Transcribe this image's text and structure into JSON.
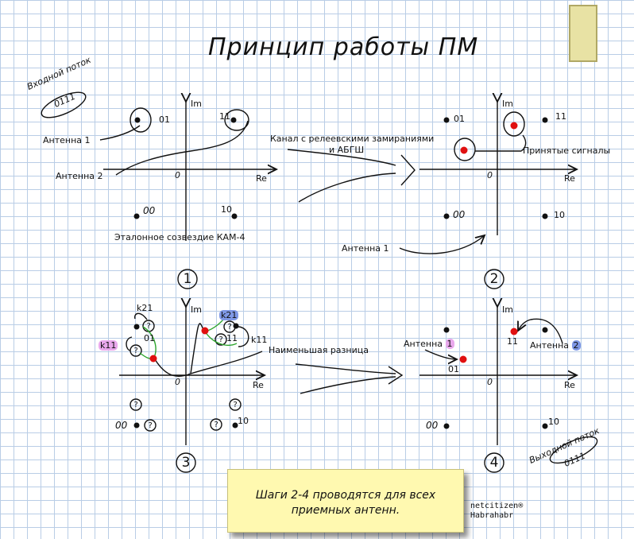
{
  "title": "Принцип работы ПМ",
  "input_stream": {
    "label": "Входной поток",
    "value": "0111"
  },
  "output_stream": {
    "label": "Выходной поток",
    "value": "0111"
  },
  "axes": {
    "im": "Im",
    "re": "Re",
    "origin": "0"
  },
  "panel1": {
    "points": {
      "p01": "01",
      "p11": "11",
      "p00": "00",
      "p10": "10"
    },
    "antenna1": "Антенна 1",
    "antenna2": "Антенна 2",
    "caption": "Эталонное созвездие КАМ-4",
    "step": "1"
  },
  "channel_label_line1": "Канал с релеевскими замираниями",
  "channel_label_line2": "и АБГШ",
  "panel2": {
    "points": {
      "p01": "01",
      "p11": "11",
      "p00": "00",
      "p10": "10"
    },
    "received": "Принятые сигналы",
    "antenna1": "Антенна 1",
    "step": "2"
  },
  "panel3": {
    "k21_left": "k21",
    "k11_left": "k11",
    "k21_right": "k21",
    "k11_right": "k11",
    "points": {
      "p01": "01",
      "p11": "11",
      "p00": "00",
      "p10": "10"
    },
    "question": "?",
    "min_diff": "Наименьшая разница",
    "step": "3"
  },
  "panel4": {
    "antenna1_prefix": "Антенна ",
    "antenna1_num": "1",
    "antenna2_prefix": "Антенна ",
    "antenna2_num": "2",
    "points": {
      "p01": "01",
      "p11": "11",
      "p00": "00",
      "p10": "10"
    },
    "step": "4"
  },
  "note": {
    "line1": "Шаги 2-4 проводятся для всех",
    "line2": "приемных антенн."
  },
  "signature": {
    "line1": "netcitizen®",
    "line2": "Habrahabr"
  },
  "colors": {
    "received_point": "#e01010",
    "pink_highlight": "#e9a8ec",
    "blue_highlight": "#7f98e6",
    "grid": "#b9cde6",
    "note_bg": "#fff9b0"
  }
}
